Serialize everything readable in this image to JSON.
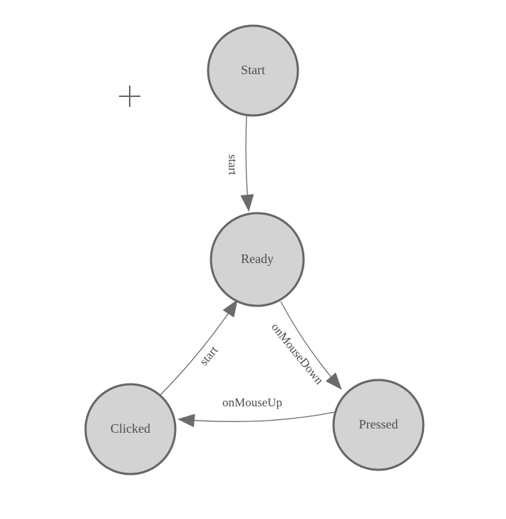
{
  "diagram": {
    "kind": "state-machine",
    "nodes": [
      {
        "id": "start",
        "label": "Start"
      },
      {
        "id": "ready",
        "label": "Ready"
      },
      {
        "id": "clicked",
        "label": "Clicked"
      },
      {
        "id": "pressed",
        "label": "Pressed"
      }
    ],
    "edges": [
      {
        "from": "Start",
        "to": "Ready",
        "label": "start"
      },
      {
        "from": "Ready",
        "to": "Pressed",
        "label": "onMouseDown"
      },
      {
        "from": "Pressed",
        "to": "Clicked",
        "label": "onMouseUp"
      },
      {
        "from": "Clicked",
        "to": "Ready",
        "label": "start"
      }
    ],
    "cursor": {
      "type": "crosshair"
    },
    "colors": {
      "node_fill": "#d3d3d3",
      "node_stroke": "#666666",
      "edge": "#6b6b6b",
      "text": "#4d4d4d",
      "background": "#ffffff"
    }
  }
}
